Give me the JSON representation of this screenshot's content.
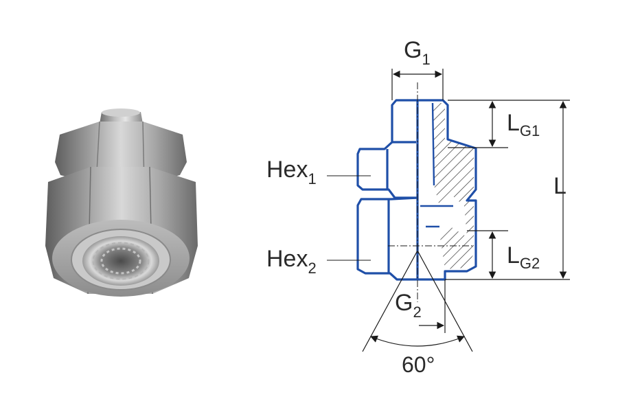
{
  "figure": {
    "photo_alt": "product photo of reducing adapter fitting",
    "labels": {
      "g1": {
        "main": "G",
        "sub": "1"
      },
      "g2": {
        "main": "G",
        "sub": "2"
      },
      "hex1": {
        "main": "Hex",
        "sub": "1"
      },
      "hex2": {
        "main": "Hex",
        "sub": "2"
      },
      "lg1": {
        "main": "L",
        "sub": "G1"
      },
      "lg2": {
        "main": "L",
        "sub": "G2"
      },
      "l": {
        "main": "L"
      },
      "angle": "60°"
    },
    "colors": {
      "outline": "#1f4fa8",
      "dim_line": "#1a1a1a",
      "hatch": "#333333",
      "text": "#2a2a2a"
    }
  }
}
